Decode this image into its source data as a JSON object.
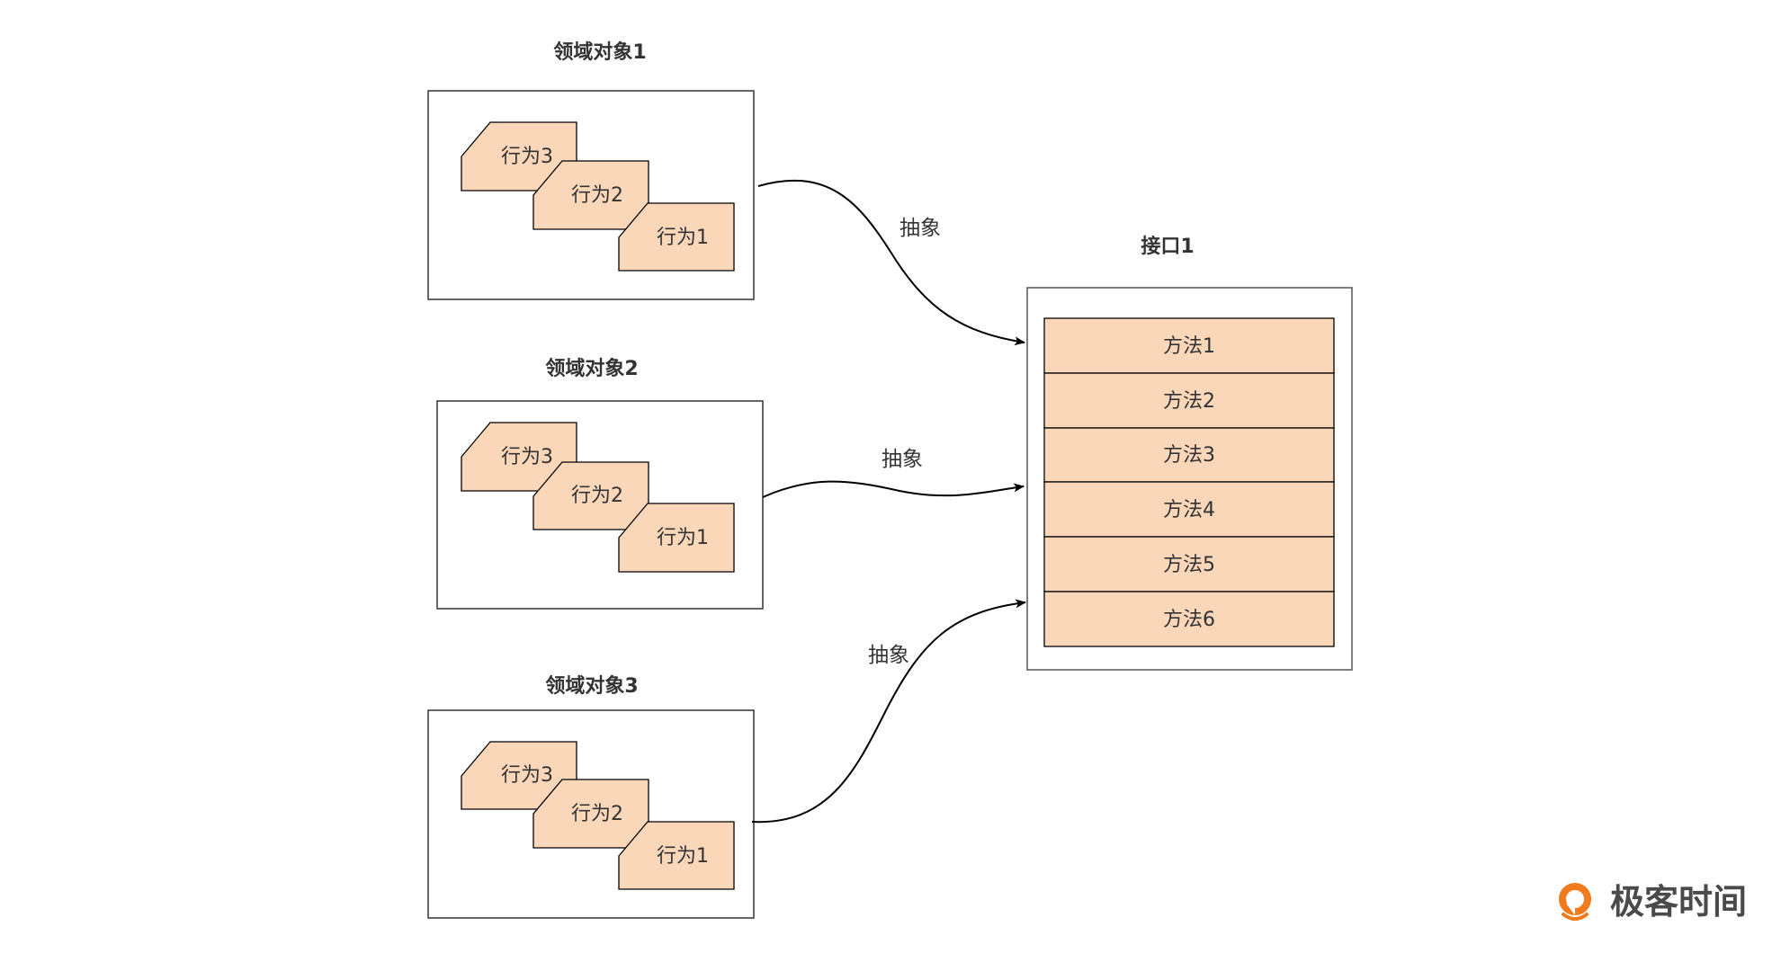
{
  "colors": {
    "shape_fill": "#FAD7B9",
    "stroke": "#000000",
    "text": "#333333",
    "logo_orange": "#F07B1E",
    "logo_text": "#4A4A4A"
  },
  "domain_objects": [
    {
      "title": "领域对象1",
      "behaviors": [
        "行为3",
        "行为2",
        "行为1"
      ]
    },
    {
      "title": "领域对象2",
      "behaviors": [
        "行为3",
        "行为2",
        "行为1"
      ]
    },
    {
      "title": "领域对象3",
      "behaviors": [
        "行为3",
        "行为2",
        "行为1"
      ]
    }
  ],
  "interface": {
    "title": "接口1",
    "methods": [
      "方法1",
      "方法2",
      "方法3",
      "方法4",
      "方法5",
      "方法6"
    ]
  },
  "edges": [
    {
      "from": "领域对象1",
      "to": "接口1",
      "label": "抽象"
    },
    {
      "from": "领域对象2",
      "to": "接口1",
      "label": "抽象"
    },
    {
      "from": "领域对象3",
      "to": "接口1",
      "label": "抽象"
    }
  ],
  "logo": {
    "text": "极客时间",
    "icon": "geektime-logo-icon"
  }
}
